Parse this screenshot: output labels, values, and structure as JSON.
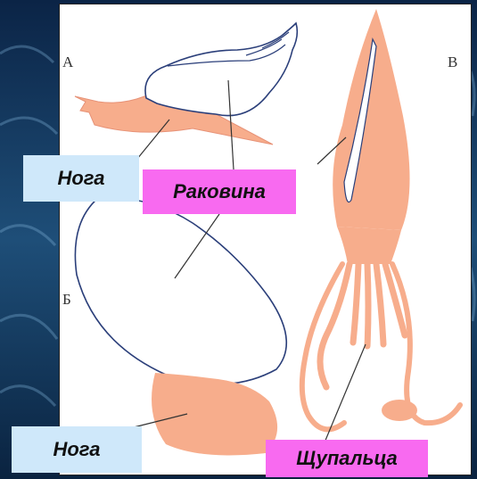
{
  "colors": {
    "background": "#0d2340",
    "body": "#f7ad8c",
    "outline": "#2b3f7a",
    "blue_label": "#cfe8fa",
    "pink_label": "#f86af0"
  },
  "figure_letters": {
    "a": "А",
    "b": "Б",
    "v": "В"
  },
  "labels": {
    "noga_top": "Нога",
    "rakovina": "Раковина",
    "noga_bottom": "Нога",
    "shchupaltsa": "Щупальца"
  }
}
